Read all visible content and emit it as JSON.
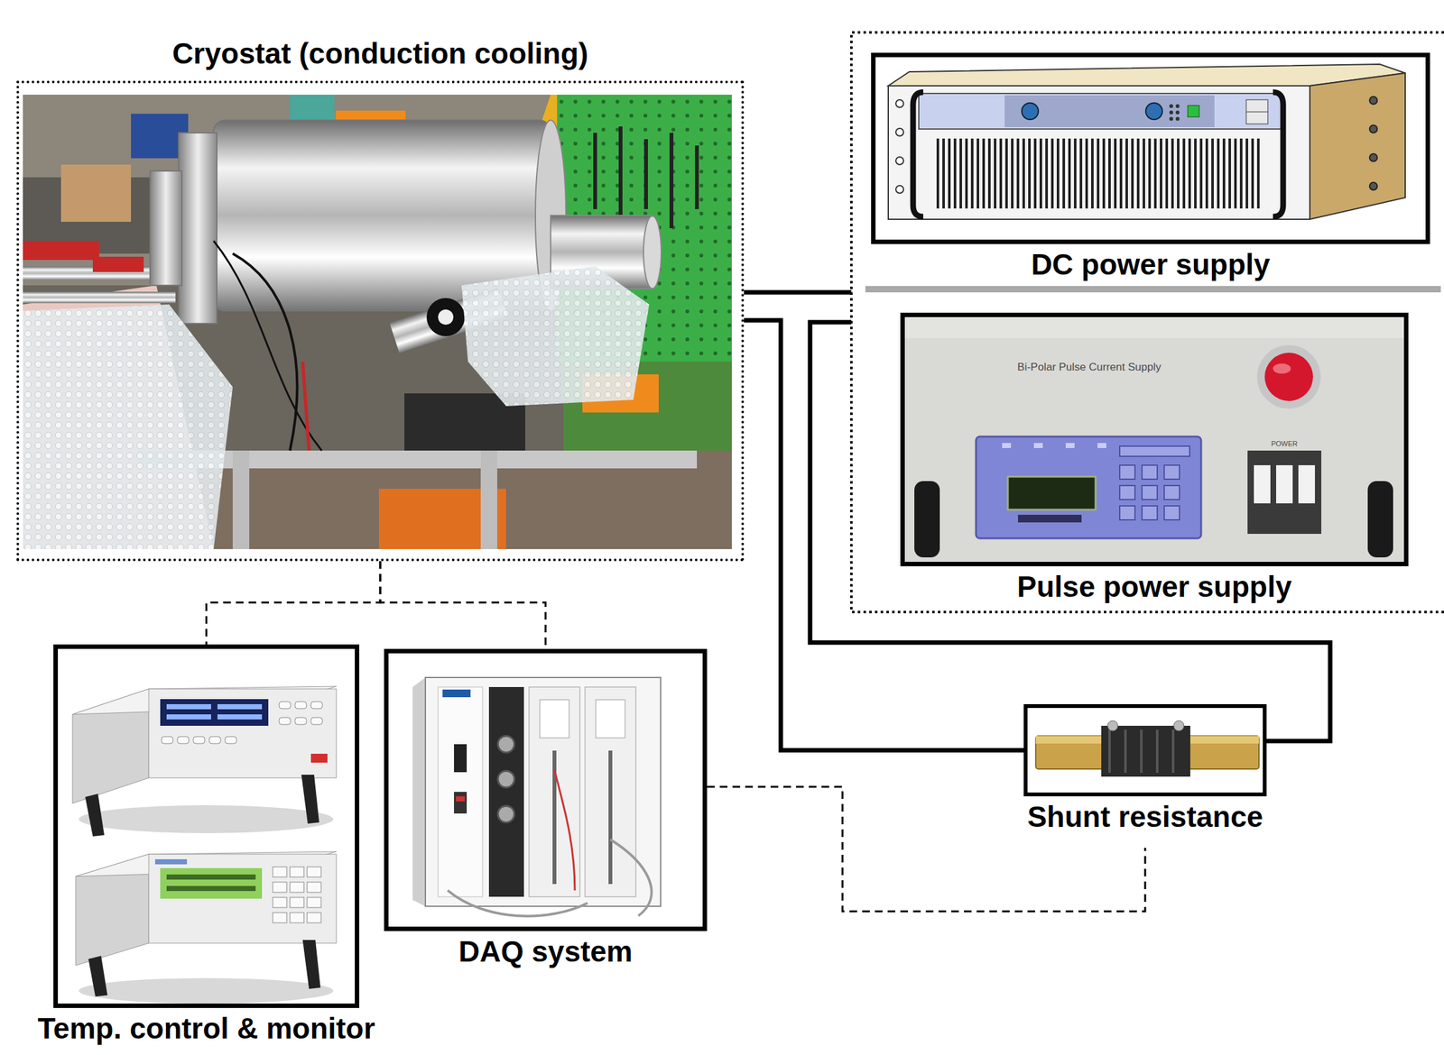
{
  "diagram": {
    "nodes": [
      {
        "text": [
          "Cryostat (conduction cooling)"
        ]
      },
      {
        "text": [
          "DC power supply"
        ]
      },
      {
        "text": [
          "Pulse power supply"
        ]
      },
      {
        "text": [
          "Temp. control & monitor"
        ]
      },
      {
        "text": [
          "DAQ system"
        ]
      },
      {
        "text": [
          "Shunt resistance"
        ]
      }
    ],
    "edges": [
      {
        "from": 0,
        "to": 1,
        "arrow": "none"
      },
      {
        "from": 0,
        "to": 5,
        "arrow": "none"
      },
      {
        "from": 5,
        "to": 2,
        "arrow": "none"
      },
      {
        "from": 0,
        "to": 3,
        "arrow": "none"
      },
      {
        "from": 0,
        "to": 4,
        "arrow": "none"
      },
      {
        "from": 4,
        "to": 5,
        "arrow": "none"
      }
    ],
    "labels": [
      "Bi-Polar Pulse Current Supply",
      "POWER"
    ]
  }
}
